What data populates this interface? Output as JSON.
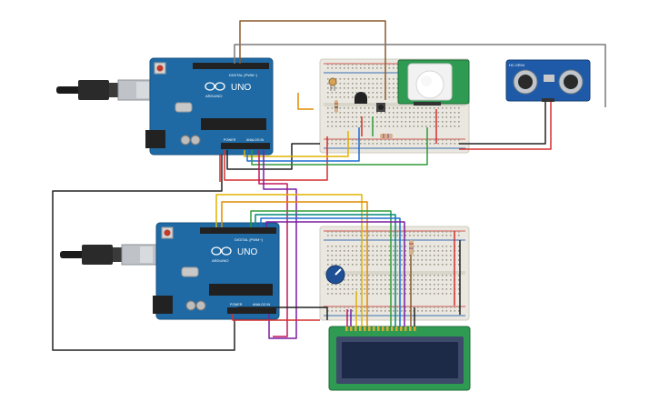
{
  "colors": {
    "arduino": "#1f6aa5",
    "arduino_dark": "#17527f",
    "breadboard": "#e9e7df",
    "lcd_board": "#2f9a52",
    "lcd_screen": "#1c2a48",
    "sensor_board": "#1f5aa8"
  },
  "boards": [
    {
      "name": "arduino-uno-top",
      "logo_text": "UNO",
      "brand_text": "ARDUINO",
      "header_text": "DIGITAL (PWM~)",
      "power_text": "POWER",
      "analog_text": "ANALOG IN"
    },
    {
      "name": "arduino-uno-bottom",
      "logo_text": "UNO",
      "brand_text": "ARDUINO",
      "header_text": "DIGITAL (PWM~)",
      "power_text": "POWER",
      "analog_text": "ANALOG IN"
    }
  ],
  "sensor": {
    "label": "HC-SR04"
  }
}
